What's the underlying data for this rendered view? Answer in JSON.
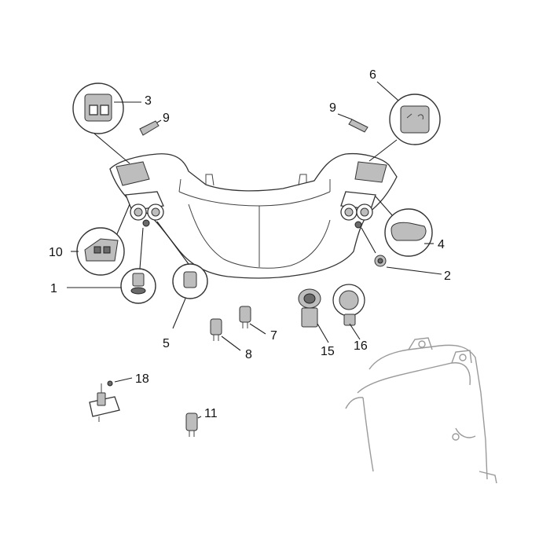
{
  "labels": {
    "l1": "1",
    "l2": "2",
    "l3": "3",
    "l4": "4",
    "l5": "5",
    "l6": "6",
    "l7": "7",
    "l8": "8",
    "l9a": "9",
    "l9b": "9",
    "l10": "10",
    "l11": "11",
    "l15": "15",
    "l16": "16",
    "l18": "18"
  }
}
